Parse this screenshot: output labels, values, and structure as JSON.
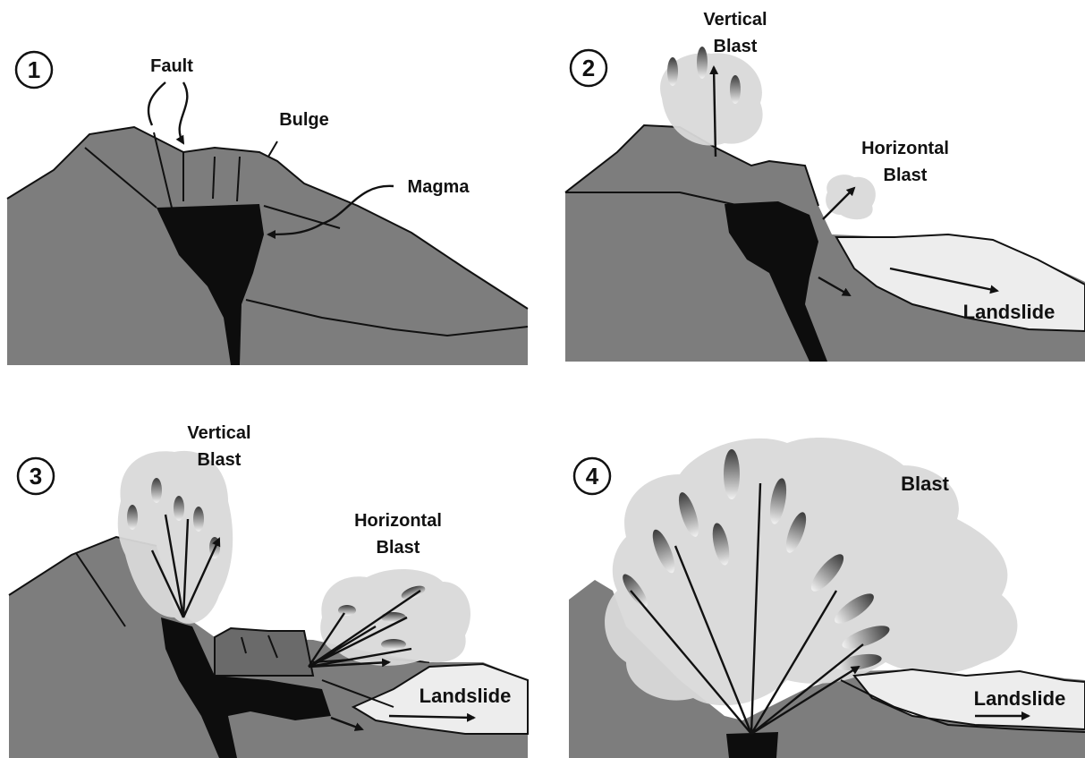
{
  "panels": [
    {
      "number": "1",
      "labels": {
        "fault": "Fault",
        "bulge": "Bulge",
        "magma": "Magma"
      }
    },
    {
      "number": "2",
      "labels": {
        "vertical_blast": [
          "Vertical",
          "Blast"
        ],
        "horizontal_blast": [
          "Horizontal",
          "Blast"
        ],
        "landslide": "Landslide"
      }
    },
    {
      "number": "3",
      "labels": {
        "vertical_blast": [
          "Vertical",
          "Blast"
        ],
        "horizontal_blast": [
          "Horizontal",
          "Blast"
        ],
        "landslide": "Landslide"
      }
    },
    {
      "number": "4",
      "labels": {
        "blast": "Blast",
        "landslide": "Landslide"
      }
    }
  ],
  "colors": {
    "ground": "#7d7d7d",
    "magma": "#0d0d0d",
    "landslide": "#ededed",
    "cloud": "#d9d9d9"
  }
}
